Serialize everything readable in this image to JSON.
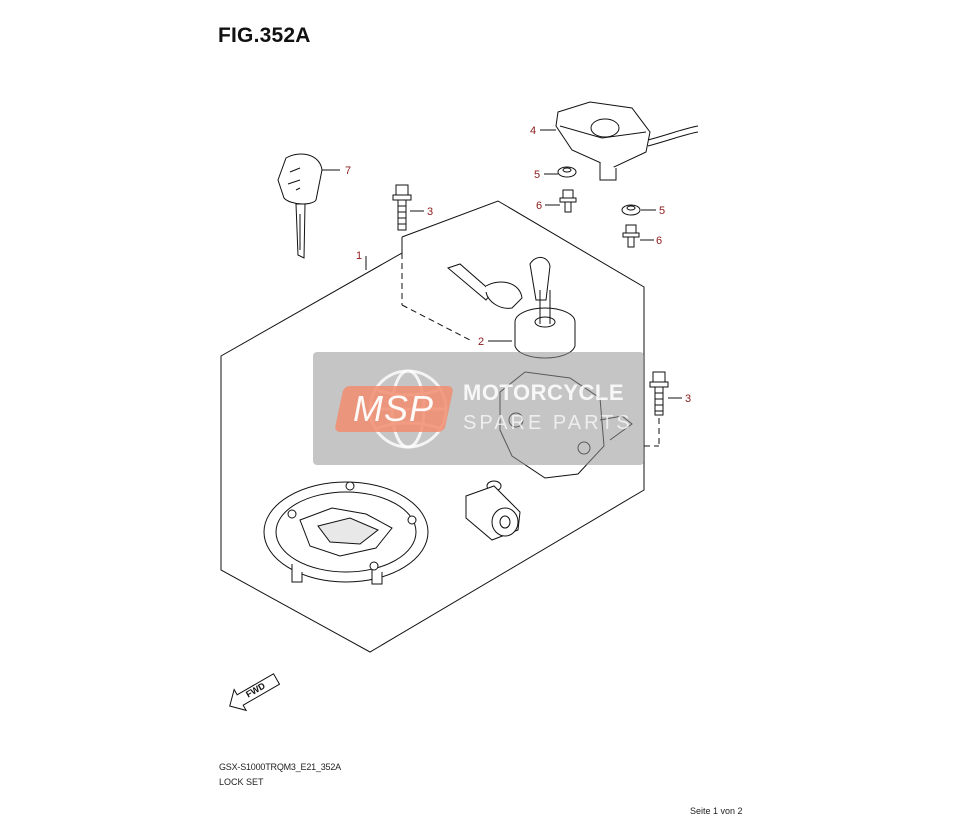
{
  "figure": {
    "title": "FIG.352A"
  },
  "callouts": [
    {
      "id": "key",
      "label": "7"
    },
    {
      "id": "bolt-upper",
      "label": "3"
    },
    {
      "id": "lock-set",
      "label": "1"
    },
    {
      "id": "cover",
      "label": "4"
    },
    {
      "id": "washer-a",
      "label": "5"
    },
    {
      "id": "screw-a",
      "label": "6"
    },
    {
      "id": "washer-b",
      "label": "5"
    },
    {
      "id": "screw-b",
      "label": "6"
    },
    {
      "id": "ignition-switch",
      "label": "2"
    },
    {
      "id": "bolt-right",
      "label": "3"
    }
  ],
  "direction_arrow": {
    "label": "FWD"
  },
  "footer": {
    "model_code": "GSX-S1000TRQM3_E21_352A",
    "description": "LOCK SET",
    "page": "Seite 1 von 2"
  },
  "watermark": {
    "badge": "MSP",
    "line1": "MOTORCYCLE",
    "line2": "SPARE PARTS"
  },
  "colors": {
    "callout": "#8b1a1a",
    "line": "#111111",
    "watermark_badge": "#f08c6e"
  }
}
